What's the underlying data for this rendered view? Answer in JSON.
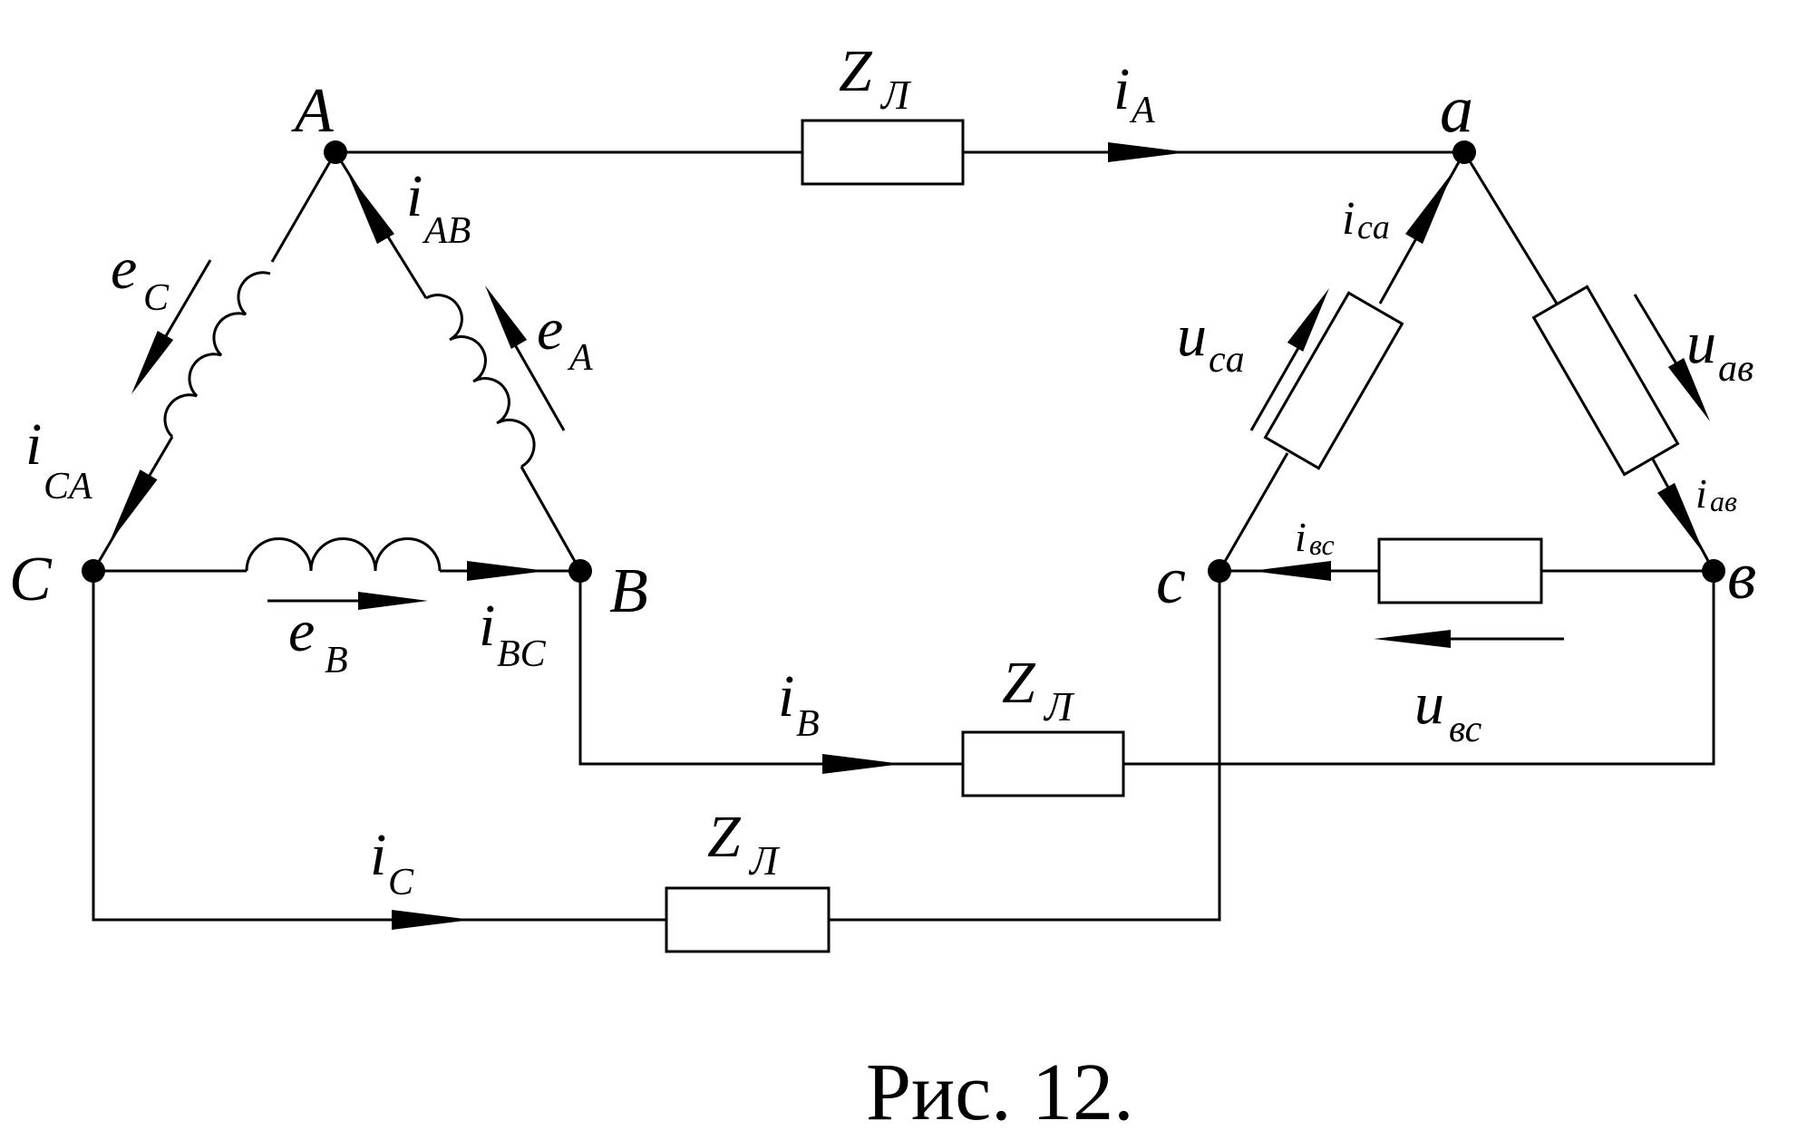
{
  "nodes": {
    "A": "A",
    "B": "B",
    "C": "C",
    "a": "a",
    "b": "в",
    "c": "c"
  },
  "impedance": {
    "main": "Z",
    "sub": "Л"
  },
  "line_currents": {
    "iA": {
      "main": "i",
      "sub": "A"
    },
    "iB": {
      "main": "i",
      "sub": "B"
    },
    "iC": {
      "main": "i",
      "sub": "C"
    }
  },
  "source_currents": {
    "iAB": {
      "main": "i",
      "sub": "AB"
    },
    "iBC": {
      "main": "i",
      "sub": "BC"
    },
    "iCA": {
      "main": "i",
      "sub": "CA"
    }
  },
  "emf": {
    "eA": {
      "main": "e",
      "sub": "A"
    },
    "eB": {
      "main": "e",
      "sub": "B"
    },
    "eC": {
      "main": "e",
      "sub": "C"
    }
  },
  "load_currents": {
    "ica": {
      "main": "i",
      "sub": "ca"
    },
    "iab": {
      "main": "i",
      "sub": "ав"
    },
    "ibc": {
      "main": "i",
      "sub": "вс"
    }
  },
  "load_voltages": {
    "uca": {
      "main": "u",
      "sub": "ca"
    },
    "uab": {
      "main": "u",
      "sub": "ав"
    },
    "ubc": {
      "main": "u",
      "sub": "вс"
    }
  },
  "caption": "Рис. 12."
}
